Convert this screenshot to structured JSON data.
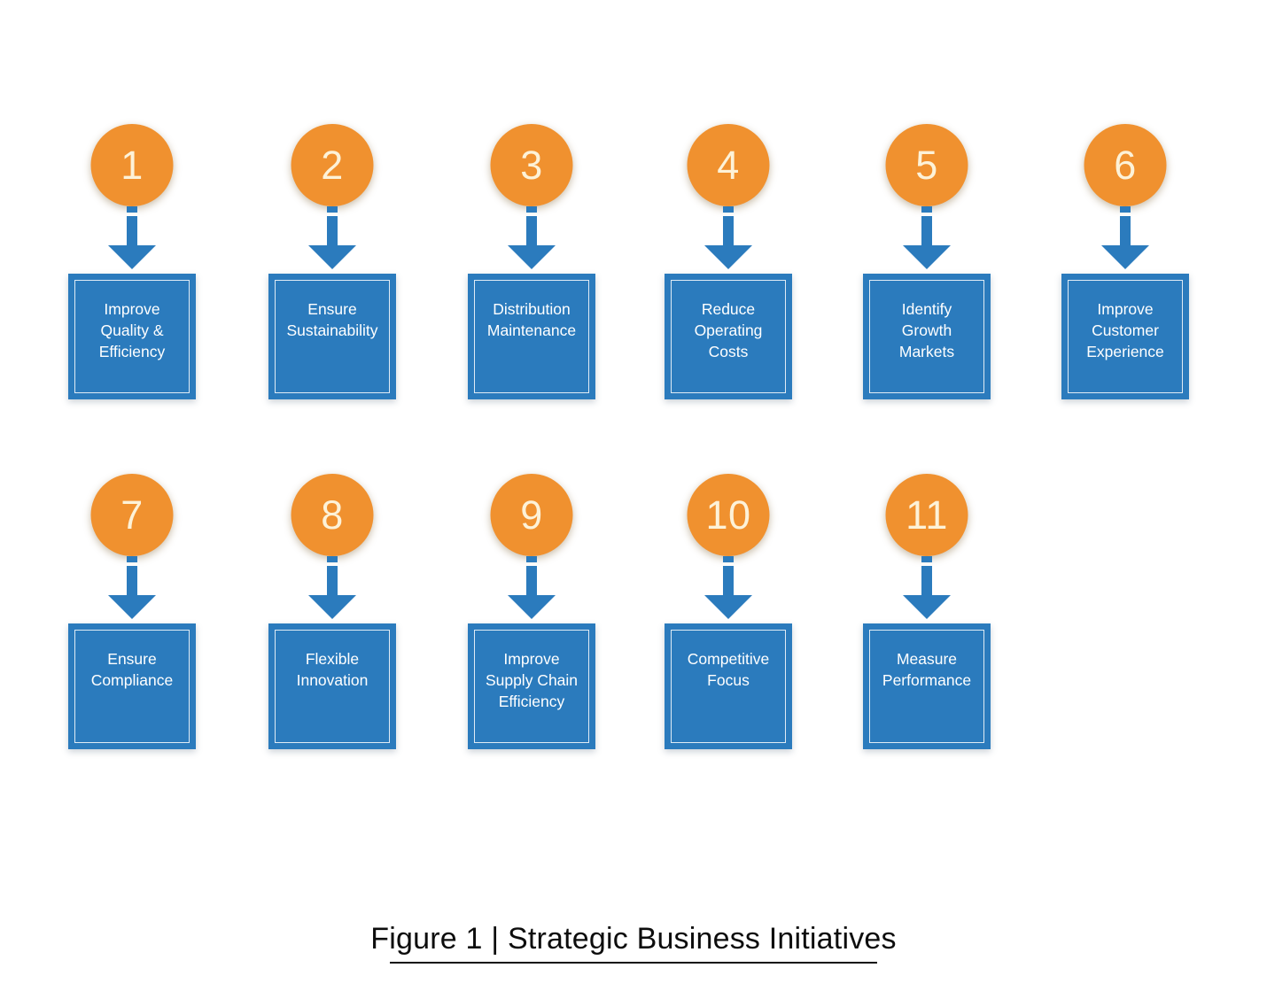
{
  "figure": {
    "background_color": "#FFFFFF",
    "caption": "Figure 1 | Strategic Business Initiatives",
    "caption_rule": "horizontal-rule"
  },
  "theme": {
    "circle_fill": "#F0912F",
    "circle_number_color": "#FDF2D8",
    "box_fill": "#2B7BBD",
    "box_inner_border_color": "#FFFFFF",
    "box_label_color": "#FFFFFF",
    "arrow_color": "#2B7BBD",
    "caption_color": "#0D0D0D"
  },
  "rows": [
    {
      "row_index": 1,
      "nodes": [
        {
          "number": "1",
          "label": "Improve\nQuality &\nEfficiency",
          "label_lines": [
            "Improve",
            "Quality &",
            "Efficiency"
          ]
        },
        {
          "number": "2",
          "label": "Ensure\nSustainability",
          "label_lines": [
            "Ensure",
            "Sustainability"
          ]
        },
        {
          "number": "3",
          "label": "Distribution\nMaintenance",
          "label_lines": [
            "Distribution",
            "Maintenance"
          ]
        },
        {
          "number": "4",
          "label": "Reduce\nOperating\nCosts",
          "label_lines": [
            "Reduce",
            "Operating",
            "Costs"
          ]
        },
        {
          "number": "5",
          "label": "Identify\nGrowth\nMarkets",
          "label_lines": [
            "Identify",
            "Growth",
            "Markets"
          ]
        },
        {
          "number": "6",
          "label": "Improve\nCustomer\nExperience",
          "label_lines": [
            "Improve",
            "Customer",
            "Experience"
          ]
        }
      ]
    },
    {
      "row_index": 2,
      "nodes": [
        {
          "number": "7",
          "label": "Ensure\nCompliance",
          "label_lines": [
            "Ensure",
            "Compliance"
          ]
        },
        {
          "number": "8",
          "label": "Flexible\nInnovation",
          "label_lines": [
            "Flexible",
            "Innovation"
          ]
        },
        {
          "number": "9",
          "label": "Improve\nSupply Chain\nEfficiency",
          "label_lines": [
            "Improve",
            "Supply Chain",
            "Efficiency"
          ]
        },
        {
          "number": "10",
          "label": "Competitive\nFocus",
          "label_lines": [
            "Competitive",
            "Focus"
          ]
        },
        {
          "number": "11",
          "label": "Measure\nPerformance",
          "label_lines": [
            "Measure",
            "Performance"
          ]
        }
      ]
    }
  ]
}
